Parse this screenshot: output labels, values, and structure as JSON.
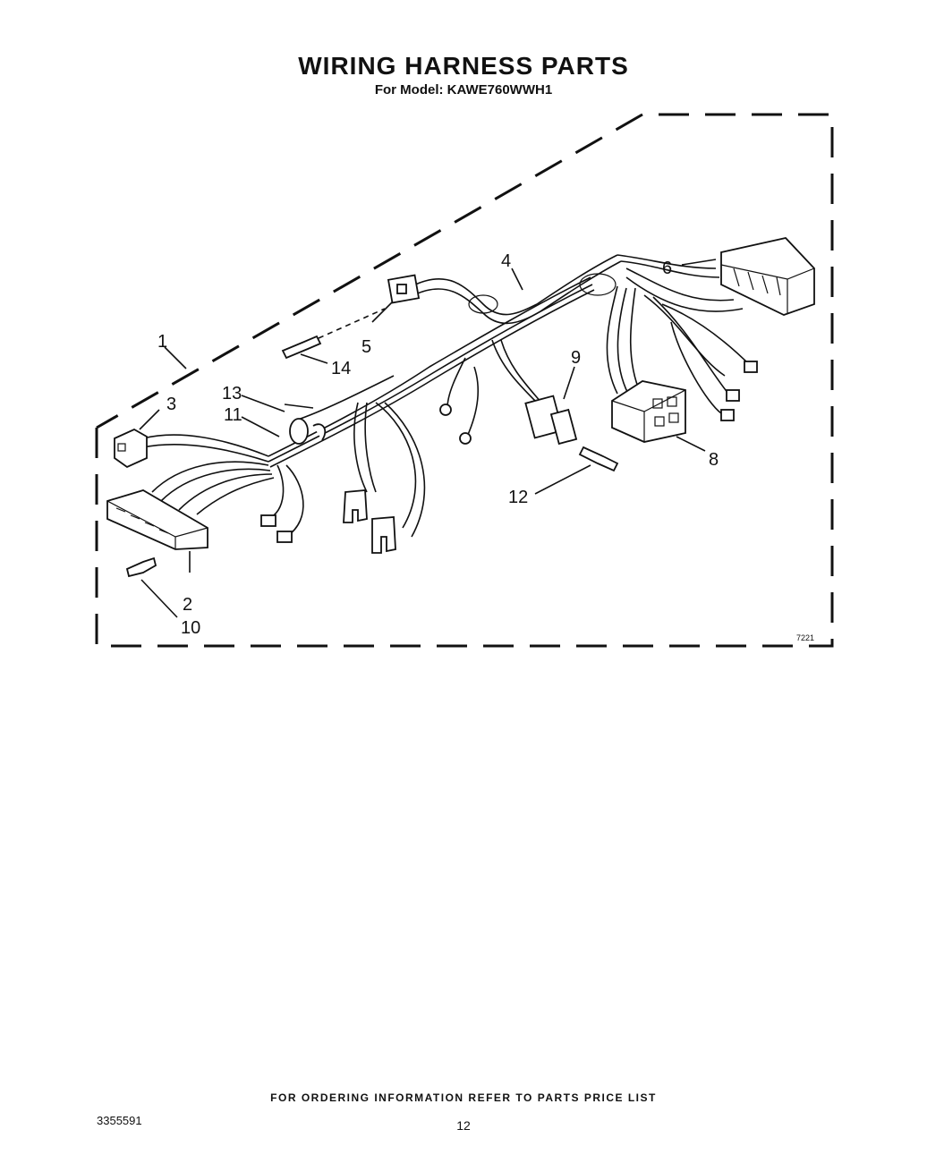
{
  "header": {
    "title": "WIRING HARNESS PARTS",
    "subtitle": "For Model: KAWE760WWH1"
  },
  "diagram": {
    "figure_code": "7221",
    "callouts": [
      {
        "id": "1",
        "label": "1"
      },
      {
        "id": "2",
        "label": "2"
      },
      {
        "id": "3",
        "label": "3"
      },
      {
        "id": "4",
        "label": "4"
      },
      {
        "id": "5",
        "label": "5"
      },
      {
        "id": "6",
        "label": "6"
      },
      {
        "id": "8",
        "label": "8"
      },
      {
        "id": "9",
        "label": "9"
      },
      {
        "id": "10",
        "label": "10"
      },
      {
        "id": "11",
        "label": "11"
      },
      {
        "id": "12",
        "label": "12"
      },
      {
        "id": "13",
        "label": "13"
      },
      {
        "id": "14",
        "label": "14"
      }
    ]
  },
  "footer": {
    "note": "FOR ORDERING INFORMATION REFER TO PARTS PRICE LIST",
    "doc_number": "3355591",
    "page_number": "12"
  }
}
